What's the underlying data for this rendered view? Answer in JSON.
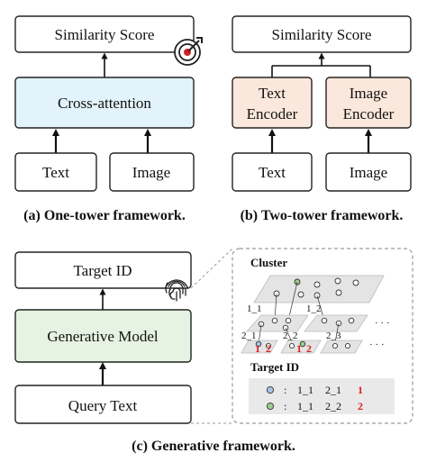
{
  "one_tower": {
    "score_label": "Similarity Score",
    "attention_label": "Cross-attention",
    "text_label": "Text",
    "image_label": "Image",
    "caption": "(a) One-tower framework."
  },
  "two_tower": {
    "score_label": "Similarity Score",
    "text_encoder_line1": "Text",
    "text_encoder_line2": "Encoder",
    "image_encoder_line1": "Image",
    "image_encoder_line2": "Encoder",
    "text_label": "Text",
    "image_label": "Image",
    "caption": "(b) Two-tower framework."
  },
  "generative": {
    "target_label": "Target ID",
    "model_label": "Generative Model",
    "query_label": "Query Text",
    "caption": "(c) Generative framework.",
    "detail": {
      "cluster_title": "Cluster",
      "level1_left": "1_1",
      "level1_right": "1_2",
      "level2_a": "2_1",
      "level2_b": "2_2",
      "level2_c": "2_3",
      "ellipsis": "· · ·",
      "item_num_1": "1",
      "item_num_2": "2",
      "target_title": "Target ID",
      "rows": [
        {
          "sep": ":",
          "l1": "1_1",
          "l2": "2_1",
          "id": "1"
        },
        {
          "sep": ":",
          "l1": "1_1",
          "l2": "2_2",
          "id": "2"
        }
      ]
    }
  },
  "colors": {
    "attention_fill": "#e3f3fb",
    "encoder_fill": "#fbe8dc",
    "model_fill": "#e6f2e2",
    "blue_dot": "#a9c4e6",
    "green_dot": "#9ccf8e",
    "id_red": "#e02020"
  },
  "icons": {
    "target": "target-icon",
    "fingerprint": "fingerprint-icon"
  }
}
